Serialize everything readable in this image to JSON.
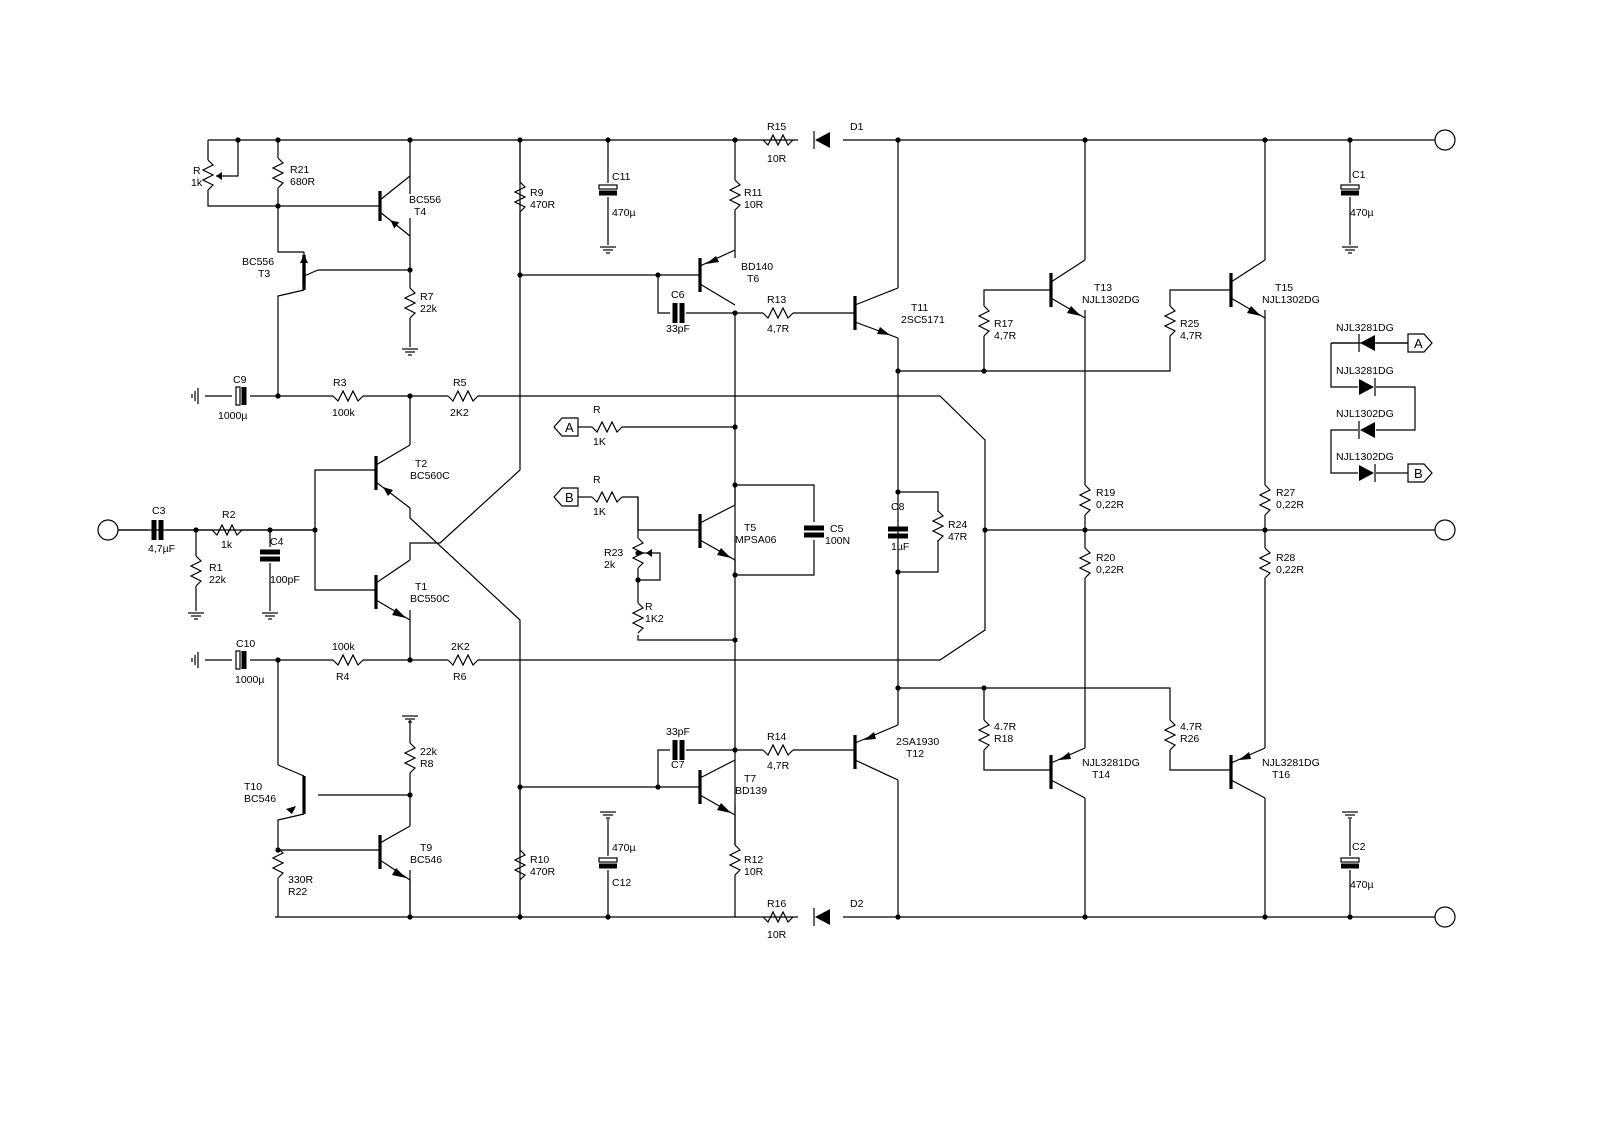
{
  "labels": {
    "r_pot": "R",
    "r_pot_v": "1k",
    "r21": "R21",
    "r21_v": "680R",
    "t4_type": "BC556",
    "t4": "T4",
    "t3_type": "BC556",
    "t3": "T3",
    "r7": "R7",
    "r7_v": "22k",
    "r9": "R9",
    "r9_v": "470R",
    "c11": "C11",
    "c11_v": "470µ",
    "r15": "R15",
    "r15_v": "10R",
    "d1": "D1",
    "r11": "R11",
    "r11_v": "10R",
    "t6_type": "BD140",
    "t6": "T6",
    "c6": "C6",
    "c6_v": "33pF",
    "r13": "R13",
    "r13_v": "4,7R",
    "t11": "T11",
    "t11_type": "2SC5171",
    "t13": "T13",
    "t13_type": "NJL1302DG",
    "t15": "T15",
    "t15_type": "NJL1302DG",
    "c1": "C1",
    "c1_v": "470µ",
    "r17": "R17",
    "r17_v": "4,7R",
    "r25": "R25",
    "r25_v": "4,7R",
    "c9": "C9",
    "c9_v": "1000µ",
    "r3": "R3",
    "r3_v": "100k",
    "r5": "R5",
    "r5_v": "2K2",
    "ra": "R",
    "ra_v": "1K",
    "tag_a": "A",
    "tag_b": "B",
    "t2": "T2",
    "t2_type": "BC560C",
    "rb": "R",
    "rb_v": "1K",
    "t5": "T5",
    "t5_type": "MPSA06",
    "c5": "C5",
    "c5_v": "100N",
    "c8": "C8",
    "c8_v": "1µF",
    "r24": "R24",
    "r24_v": "47R",
    "r19": "R19",
    "r19_v": "0,22R",
    "r27": "R27",
    "r27_v": "0,22R",
    "c3": "C3",
    "c3_v": "4,7µF",
    "r2": "R2",
    "r2_v": "1k",
    "c4": "C4",
    "c4_v": "100pF",
    "r1": "R1",
    "r1_v": "22k",
    "r23": "R23",
    "r23_v": "2k",
    "rc": "R",
    "rc_v": "1K2",
    "t1": "T1",
    "t1_type": "BC550C",
    "r20": "R20",
    "r20_v": "0,22R",
    "r28": "R28",
    "r28_v": "0,22R",
    "c10": "C10",
    "c10_v": "1000µ",
    "r4_v": "100k",
    "r4": "R4",
    "r6_v": "2K2",
    "r6": "R6",
    "r8_v": "22k",
    "r8": "R8",
    "c7_v": "33pF",
    "c7": "C7",
    "r14": "R14",
    "r14_v": "4,7R",
    "t12_type": "2SA1930",
    "t12": "T12",
    "r18_v": "4.7R",
    "r18": "R18",
    "r26_v": "4.7R",
    "r26": "R26",
    "t14_type": "NJL3281DG",
    "t14": "T14",
    "t16_type": "NJL3281DG",
    "t16": "T16",
    "t10": "T10",
    "t10_type": "BC546",
    "t9": "T9",
    "t9_type": "BC546",
    "t7": "T7",
    "t7_type": "BD139",
    "c12_v": "470µ",
    "c12": "C12",
    "r10": "R10",
    "r10_v": "470R",
    "r12": "R12",
    "r12_v": "10R",
    "r22_v": "330R",
    "r22": "R22",
    "r16": "R16",
    "r16_v": "10R",
    "d2": "D2",
    "c2": "C2",
    "c2_v": "470µ",
    "legend_d1": "NJL3281DG",
    "legend_d2": "NJL3281DG",
    "legend_d3": "NJL1302DG",
    "legend_d4": "NJL1302DG"
  }
}
